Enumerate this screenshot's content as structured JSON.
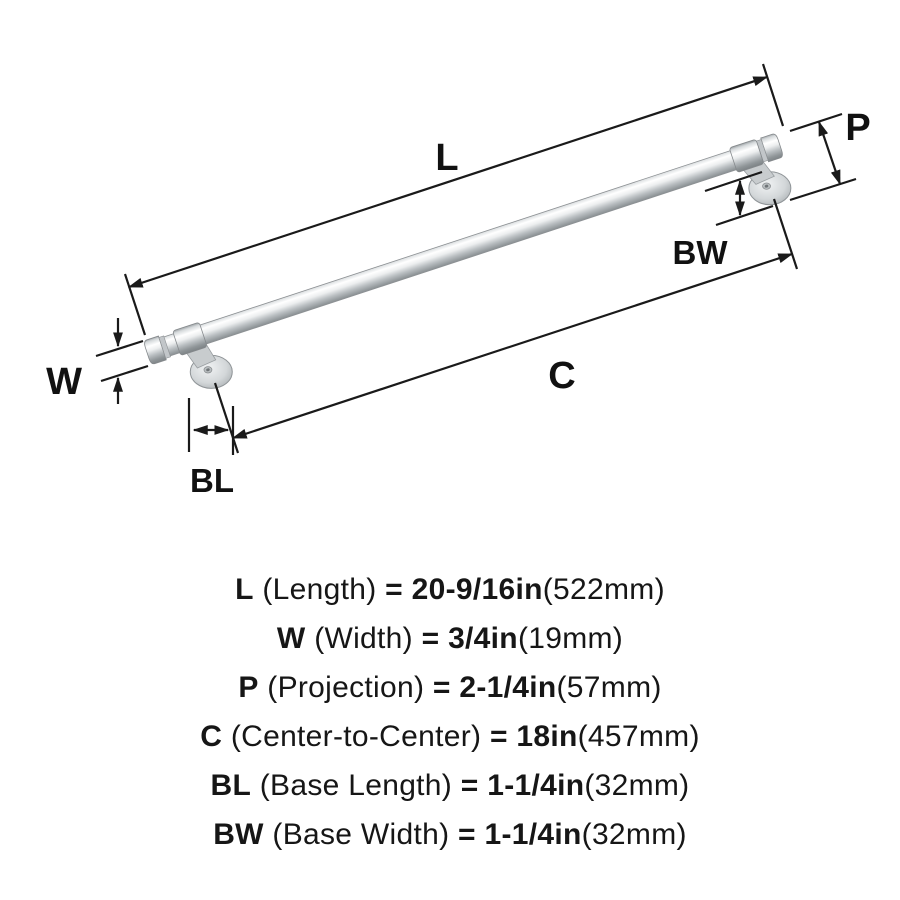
{
  "diagram": {
    "labels": {
      "length": "L",
      "width": "W",
      "projection": "P",
      "center": "C",
      "base_length": "BL",
      "base_width": "BW"
    },
    "colors": {
      "line": "#1a1a1a",
      "text": "#111111",
      "metal_light": "#ffffff",
      "metal_mid": "#c4c9cb",
      "metal_dark": "#7c8285",
      "background": "#ffffff"
    }
  },
  "specs": [
    {
      "code": "L",
      "label": "(Length)",
      "eq": "=",
      "value": "20-9/16in",
      "metric": "(522mm)"
    },
    {
      "code": "W",
      "label": "(Width)",
      "eq": "=",
      "value": "3/4in",
      "metric": "(19mm)"
    },
    {
      "code": "P",
      "label": "(Projection)",
      "eq": "=",
      "value": "2-1/4in",
      "metric": "(57mm)"
    },
    {
      "code": "C",
      "label": "(Center-to-Center)",
      "eq": "=",
      "value": "18in",
      "metric": "(457mm)"
    },
    {
      "code": "BL",
      "label": "(Base Length)",
      "eq": "=",
      "value": "1-1/4in",
      "metric": "(32mm)"
    },
    {
      "code": "BW",
      "label": "(Base Width)",
      "eq": "=",
      "value": "1-1/4in",
      "metric": "(32mm)"
    }
  ]
}
